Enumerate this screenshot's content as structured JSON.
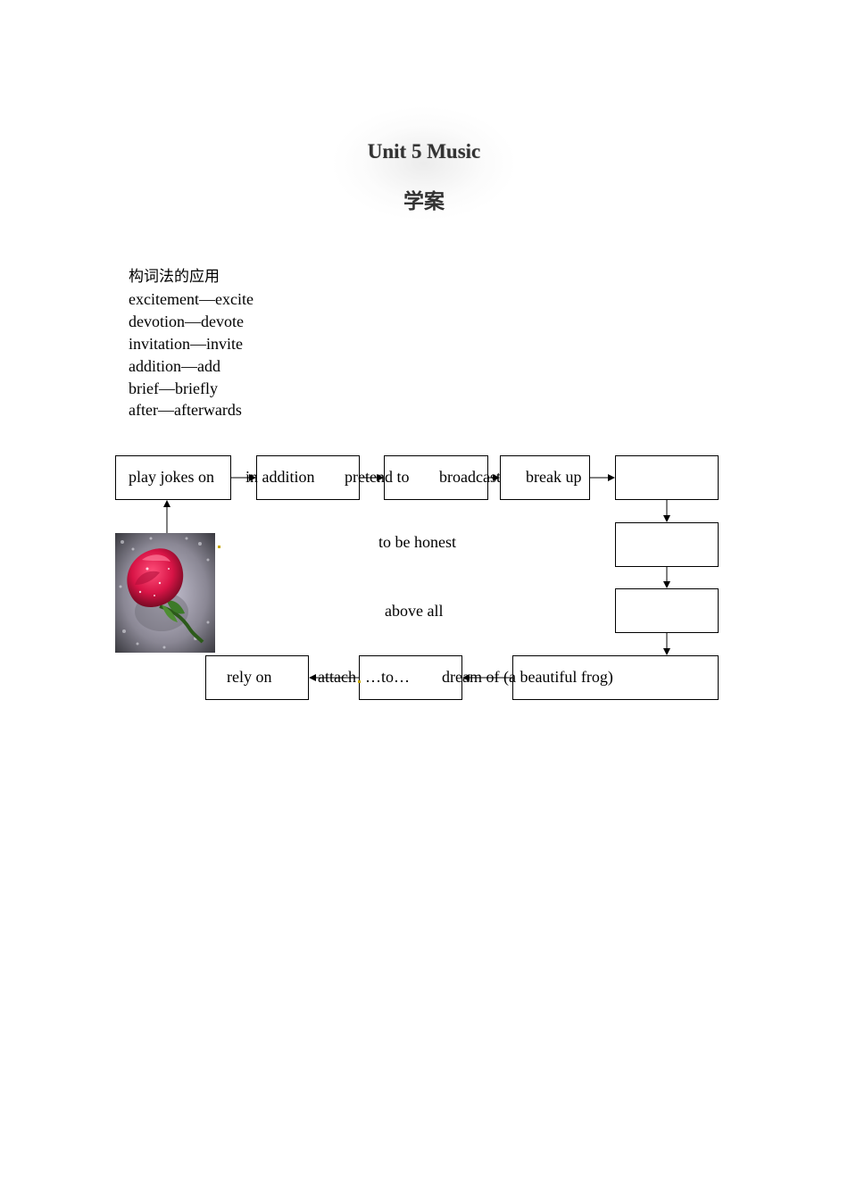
{
  "document": {
    "title": "Unit 5 Music",
    "subtitle": "学案"
  },
  "word_formation": {
    "heading": "构词法的应用",
    "items": [
      "excitement—excite",
      "devotion—devote",
      "invitation—invite",
      "addition—add",
      "brief—briefly",
      "after—afterwards"
    ]
  },
  "flowchart": {
    "top_row": {
      "box1": "play jokes on",
      "box2": "in addition",
      "mid2": "pretend to",
      "mid3": "broadcast",
      "box4": "break up"
    },
    "middle": {
      "phrase1": "to be honest",
      "phrase2": "above all"
    },
    "bottom_row": {
      "box1": "rely on",
      "mid1": "attach",
      "box2": "…to…",
      "mid2": "dream of (a beautiful frog)"
    },
    "image": "rose-photo"
  }
}
